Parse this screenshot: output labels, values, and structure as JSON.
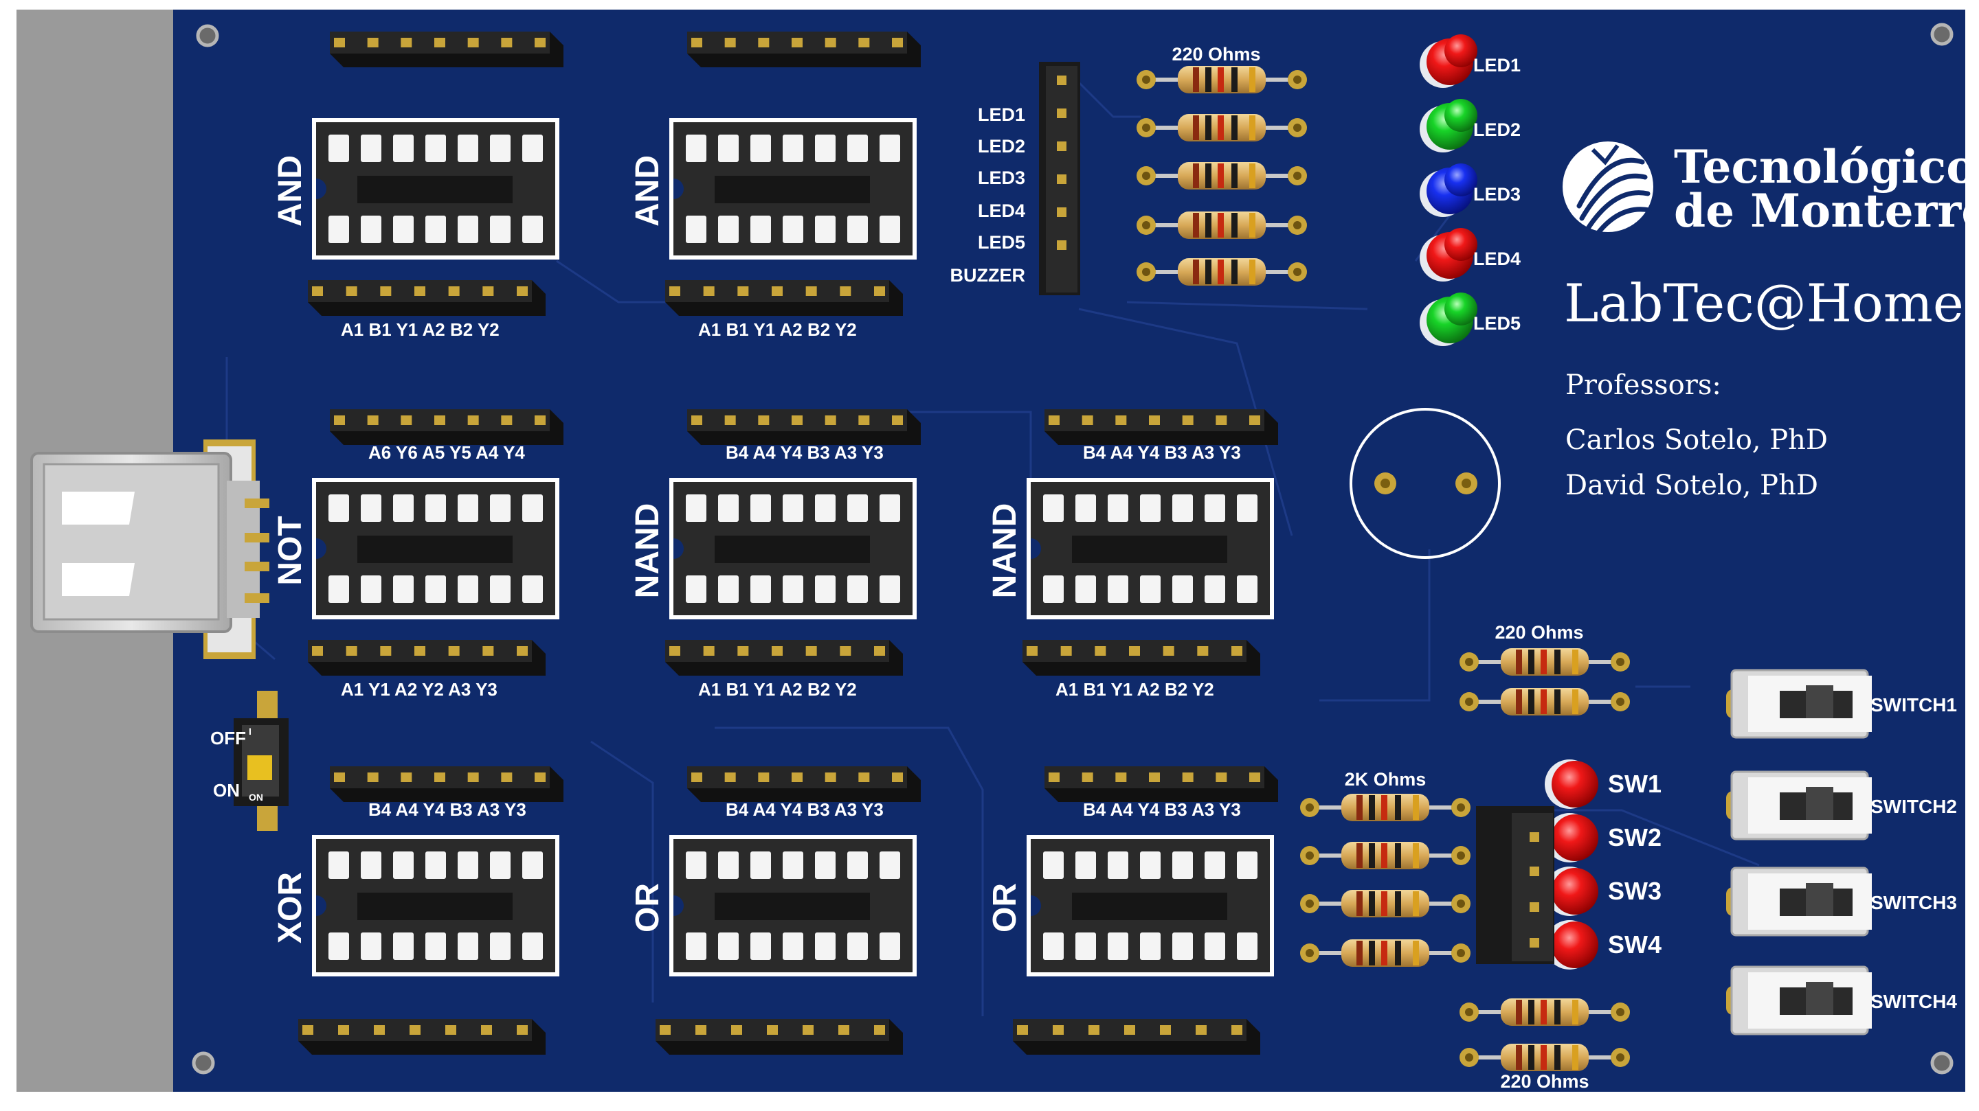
{
  "chips": [
    {
      "label": "AND",
      "top_pins": "",
      "bottom_pins": "A1 B1 Y1 A2 B2 Y2"
    },
    {
      "label": "AND",
      "top_pins": "",
      "bottom_pins": "A1 B1 Y1 A2 B2 Y2"
    },
    {
      "label": "NOT",
      "top_pins": "A6 Y6 A5 Y5 A4 Y4",
      "bottom_pins": "A1 Y1 A2 Y2 A3 Y3"
    },
    {
      "label": "NAND",
      "top_pins": "B4 A4 Y4 B3 A3 Y3",
      "bottom_pins": "A1 B1 Y1 A2 B2 Y2"
    },
    {
      "label": "NAND",
      "top_pins": "B4 A4 Y4 B3 A3 Y3",
      "bottom_pins": "A1 B1 Y1 A2 B2 Y2"
    },
    {
      "label": "XOR",
      "top_pins": "B4 A4 Y4 B3 A3 Y3",
      "bottom_pins": ""
    },
    {
      "label": "OR",
      "top_pins": "B4 A4 Y4 B3 A3 Y3",
      "bottom_pins": ""
    },
    {
      "label": "OR",
      "top_pins": "B4 A4 Y4 B3 A3 Y3",
      "bottom_pins": ""
    }
  ],
  "output_header": {
    "labels": [
      "LED1",
      "LED2",
      "LED3",
      "LED4",
      "LED5",
      "BUZZER"
    ]
  },
  "resistors": {
    "top": "220 Ohms",
    "middle": "220 Ohms",
    "switch": "2K Ohms",
    "bottom": "220 Ohms"
  },
  "leds": [
    {
      "label": "LED1",
      "color": "#e01010"
    },
    {
      "label": "LED2",
      "color": "#12c820"
    },
    {
      "label": "LED3",
      "color": "#1020e0"
    },
    {
      "label": "LED4",
      "color": "#e01010"
    },
    {
      "label": "LED5",
      "color": "#12c820"
    }
  ],
  "sw_leds": [
    "SW1",
    "SW2",
    "SW3",
    "SW4"
  ],
  "switches": [
    "SWITCH1",
    "SWITCH2",
    "SWITCH3",
    "SWITCH4"
  ],
  "power_switch": {
    "off": "OFF",
    "on": "ON"
  },
  "brand": {
    "line1": "Tecnológico",
    "line2": "de Monterrey"
  },
  "lab_title": "LabTec@Home",
  "professors_heading": "Professors:",
  "professors": [
    "Carlos Sotelo, PhD",
    "David Sotelo, PhD"
  ],
  "colors": {
    "board": "#0f2a6b",
    "silkscreen": "#ffffff",
    "pad": "#c9a53a",
    "header": "#1a1a1a",
    "socket": "#262626"
  },
  "icons": {
    "logo": "tec-logo-icon",
    "usb": "usb-a-port-icon",
    "buzzer": "buzzer-outline-icon"
  }
}
